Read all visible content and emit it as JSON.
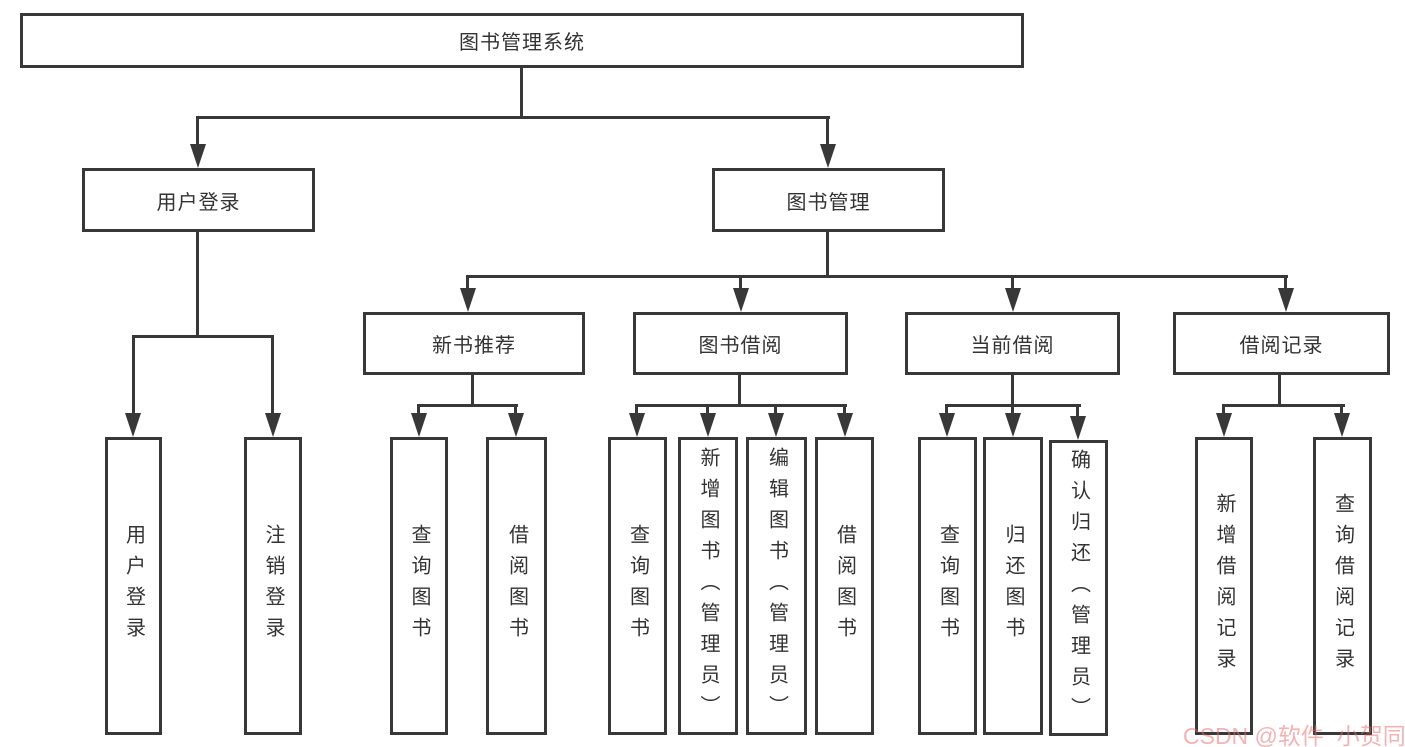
{
  "title": "图书管理系统",
  "nodes": {
    "root": "图书管理系统",
    "login": "用户登录",
    "mgmt": "图书管理",
    "newbook": "新书推荐",
    "borrow": "图书借阅",
    "current": "当前借阅",
    "records": "借阅记录",
    "leaf_user_login": "用户登录",
    "leaf_logout": "注销登录",
    "leaf_nb_query": "查询图书",
    "leaf_nb_borrow": "借阅图书",
    "leaf_bw_query": "查询图书",
    "leaf_bw_add": "新增图书（管理员）",
    "leaf_bw_edit": "编辑图书（管理员）",
    "leaf_bw_borrow": "借阅图书",
    "leaf_cur_query": "查询图书",
    "leaf_cur_return": "归还图书",
    "leaf_cur_confirm": "确认归还（管理员）",
    "leaf_rec_add": "新增借阅记录",
    "leaf_rec_query": "查询借阅记录"
  },
  "hierarchy": {
    "label": "图书管理系统",
    "children": [
      {
        "label": "用户登录",
        "children": [
          {
            "label": "用户登录"
          },
          {
            "label": "注销登录"
          }
        ]
      },
      {
        "label": "图书管理",
        "children": [
          {
            "label": "新书推荐",
            "children": [
              {
                "label": "查询图书"
              },
              {
                "label": "借阅图书"
              }
            ]
          },
          {
            "label": "图书借阅",
            "children": [
              {
                "label": "查询图书"
              },
              {
                "label": "新增图书（管理员）"
              },
              {
                "label": "编辑图书（管理员）"
              },
              {
                "label": "借阅图书"
              }
            ]
          },
          {
            "label": "当前借阅",
            "children": [
              {
                "label": "查询图书"
              },
              {
                "label": "归还图书"
              },
              {
                "label": "确认归还（管理员）"
              }
            ]
          },
          {
            "label": "借阅记录",
            "children": [
              {
                "label": "新增借阅记录"
              },
              {
                "label": "查询借阅记录"
              }
            ]
          }
        ]
      }
    ]
  },
  "watermark": {
    "text": "CSDN @软件_小贺同学",
    "color_hex": "#e86767"
  },
  "colors": {
    "line": "#383838",
    "box_border": "#383838",
    "text": "#333333",
    "background": "#ffffff"
  }
}
